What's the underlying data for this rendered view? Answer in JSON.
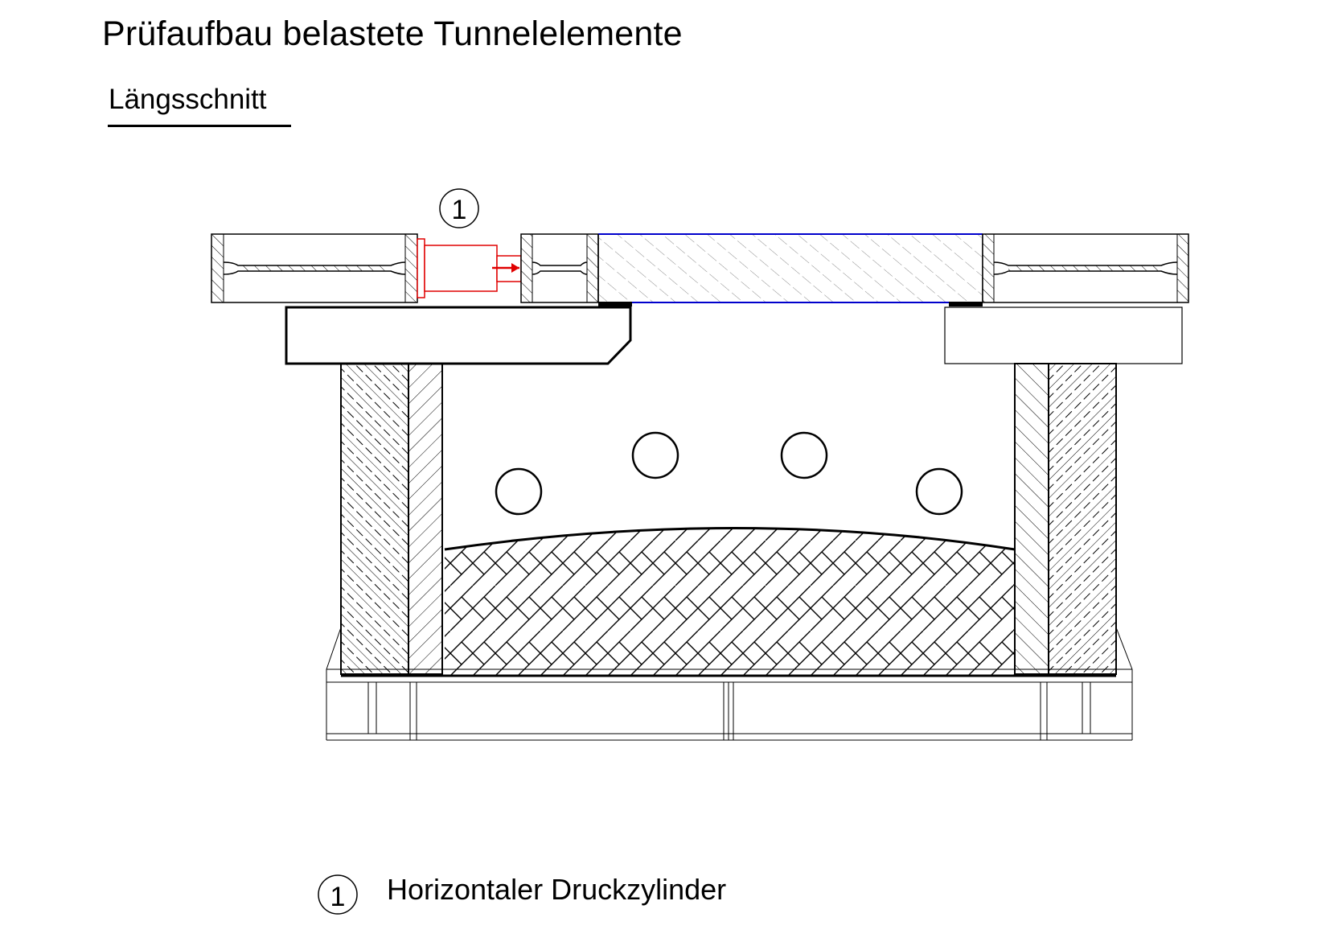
{
  "title": "Prüfaufbau belastete Tunnelelemente",
  "section": "Längsschnitt",
  "callout": {
    "number": "1"
  },
  "legend": {
    "number": "1",
    "text": "Horizontaler Druckzylinder"
  },
  "colors": {
    "line": "#000000",
    "cylinder": "#e00000",
    "tested_element": "#0000cc",
    "element_hatch": "#8a8a8a"
  }
}
